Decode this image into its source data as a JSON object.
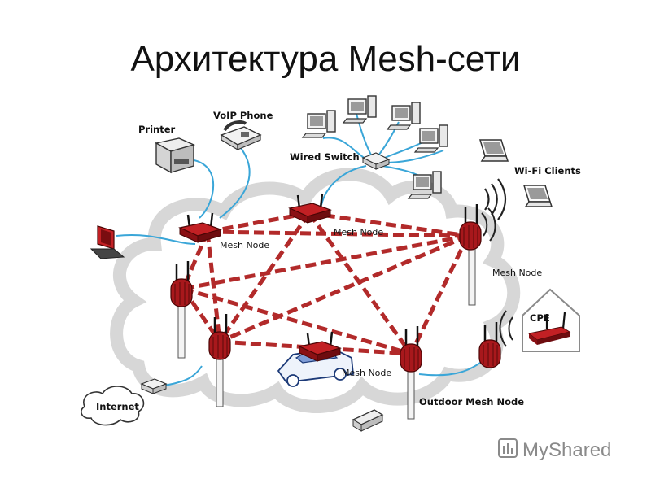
{
  "title": "Архитектура Mesh-сети",
  "labels": {
    "printer": "Printer",
    "voip_phone": "VoIP Phone",
    "wired_switch": "Wired Switch",
    "wifi_clients": "Wi-Fi Clients",
    "mesh_node_1": "Mesh Node",
    "mesh_node_2": "Mesh Node",
    "mesh_node_3": "Mesh Node",
    "mesh_node_4": "Mesh Node",
    "cpe": "CPE",
    "internet": "Internet",
    "outdoor_mesh_node": "Outdoor Mesh Node"
  },
  "watermark": "MyShared",
  "colors": {
    "mesh_link": "#b22a2a",
    "wired_link": "#3aa6d8",
    "cloud": "#d7d7d7",
    "node": "#a8181c"
  }
}
